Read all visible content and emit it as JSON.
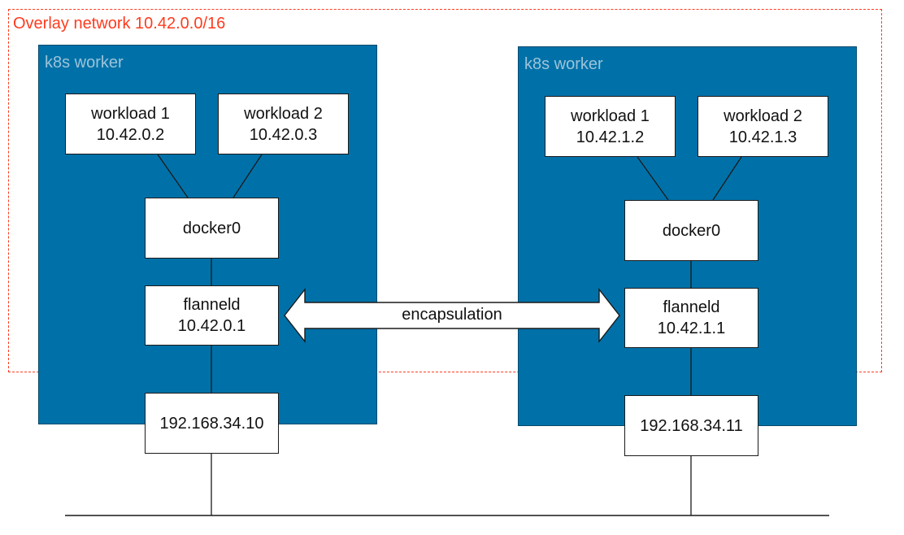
{
  "overlay": {
    "label": "Overlay network 10.42.0.0/16",
    "color": "#ff3b1f"
  },
  "colors": {
    "worker_bg": "#0071a8",
    "box_bg": "#ffffff",
    "line": "#1a1a1a"
  },
  "workers": [
    {
      "label": "k8s worker",
      "workloads": [
        {
          "name": "workload 1",
          "ip": "10.42.0.2"
        },
        {
          "name": "workload 2",
          "ip": "10.42.0.3"
        }
      ],
      "bridge": "docker0",
      "flannel": {
        "name": "flanneld",
        "ip": "10.42.0.1"
      },
      "host_ip": "192.168.34.10"
    },
    {
      "label": "k8s worker",
      "workloads": [
        {
          "name": "workload 1",
          "ip": "10.42.1.2"
        },
        {
          "name": "workload 2",
          "ip": "10.42.1.3"
        }
      ],
      "bridge": "docker0",
      "flannel": {
        "name": "flanneld",
        "ip": "10.42.1.1"
      },
      "host_ip": "192.168.34.11"
    }
  ],
  "tunnel": {
    "label": "encapsulation"
  }
}
